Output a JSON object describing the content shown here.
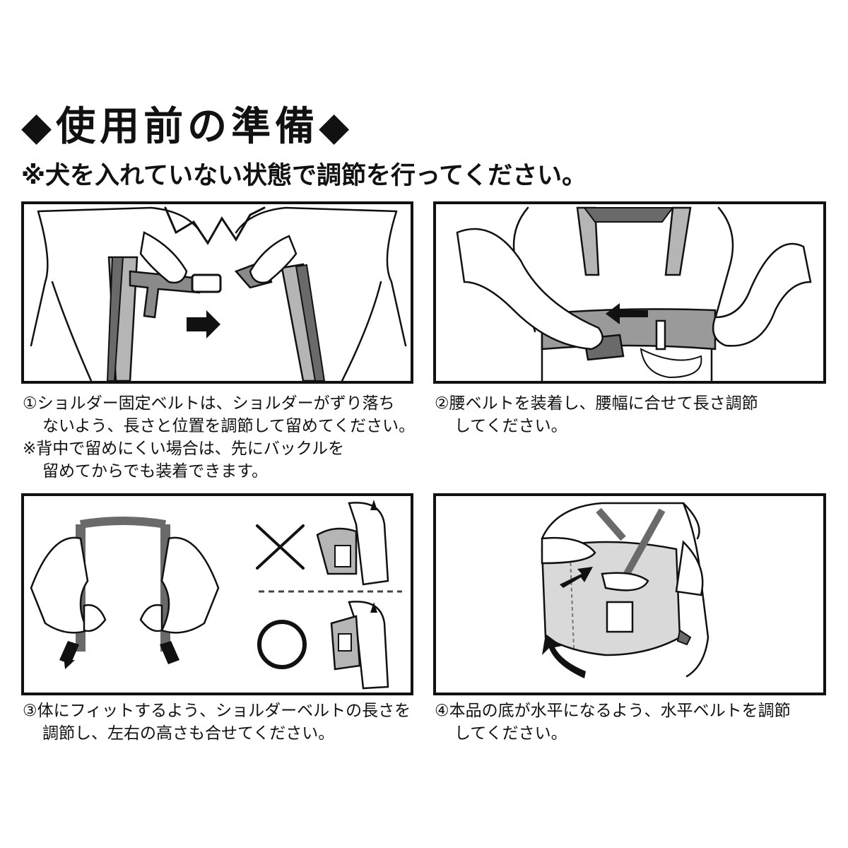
{
  "header": {
    "title": "◆使用前の準備◆",
    "subtitle": "※犬を入れていない状態で調節を行ってください。"
  },
  "steps": [
    {
      "lines": [
        "①ショルダー固定ベルトは、ショルダーがずり落ち",
        "ないよう、長さと位置を調節して留めてください。"
      ],
      "note": [
        "※背中で留めにくい場合は、先にバックルを",
        "留めてからでも装着できます。"
      ]
    },
    {
      "lines": [
        "②腰ベルトを装着し、腰幅に合せて長さ調節",
        "してください。"
      ]
    },
    {
      "lines": [
        "③体にフィットするよう、ショルダーベルトの長さを",
        "調節し、左右の高さも合せてください。"
      ]
    },
    {
      "lines": [
        "④本品の底が水平になるよう、水平ベルトを調節",
        "してください。"
      ]
    }
  ],
  "colors": {
    "ink": "#111111",
    "strap": "#6a6a6a",
    "strap_light": "#b5b5b5",
    "fill": "#d9d9d9"
  }
}
